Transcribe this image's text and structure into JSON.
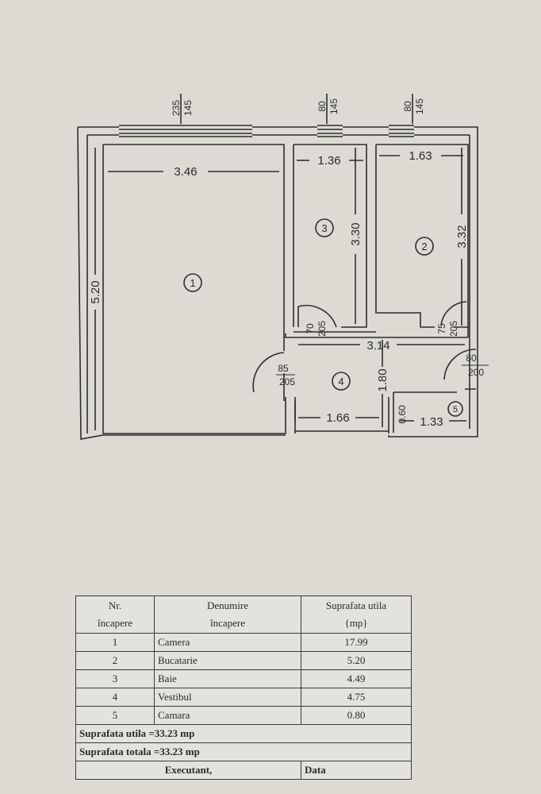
{
  "plan": {
    "window_labels": [
      {
        "top": "235",
        "bottom": "145"
      },
      {
        "top": "80",
        "bottom": "145"
      },
      {
        "top": "80",
        "bottom": "145"
      }
    ],
    "dimensions": {
      "room1_width": "3.46",
      "room1_height": "5.20",
      "room3_width": "1.36",
      "room3_height": "3.30",
      "room2_width": "1.63",
      "room2_height": "3.32",
      "hall_width": "3.14",
      "hall_height": "1.80",
      "vestibul_width": "1.66",
      "camara_width": "1.33",
      "camara_depth": "0.60"
    },
    "doors": [
      {
        "w": "70",
        "h": "205"
      },
      {
        "w": "75",
        "h": "205"
      },
      {
        "w": "85",
        "h": "205"
      },
      {
        "w": "80",
        "h": "200"
      }
    ],
    "room_numbers": [
      "1",
      "2",
      "3",
      "4",
      "5"
    ]
  },
  "table": {
    "headers": {
      "nr": [
        "Nr.",
        "încapere"
      ],
      "denumire": [
        "Denumire",
        "încapere"
      ],
      "suprafata": [
        "Suprafata utila",
        "{mp}"
      ]
    },
    "rows": [
      {
        "nr": "1",
        "name": "Camera",
        "area": "17.99"
      },
      {
        "nr": "2",
        "name": "Bucatarie",
        "area": "5.20"
      },
      {
        "nr": "3",
        "name": "Baie",
        "area": "4.49"
      },
      {
        "nr": "4",
        "name": "Vestibul",
        "area": "4.75"
      },
      {
        "nr": "5",
        "name": "Camara",
        "area": "0.80"
      }
    ],
    "suprafata_utila": "Suprafata utila =33.23 mp",
    "suprafata_totala": "Suprafata totala =33.23 mp",
    "executant": "Executant,",
    "data_label": "Data"
  }
}
